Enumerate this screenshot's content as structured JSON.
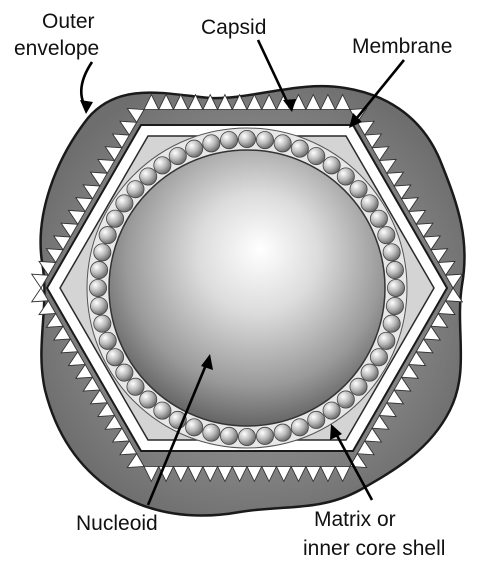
{
  "labels": {
    "outer_envelope": [
      "Outer",
      "envelope"
    ],
    "capsid": "Capsid",
    "membrane": "Membrane",
    "nucleoid": "Nucleoid",
    "matrix": [
      "Matrix or",
      "inner core shell"
    ]
  },
  "colors": {
    "envelope_fill": "#7d7d7d",
    "hexagon_fill": "#ffffff",
    "membrane_band": "#d3d3d3",
    "bead": "#bdbdbd",
    "outline": "#111111"
  }
}
